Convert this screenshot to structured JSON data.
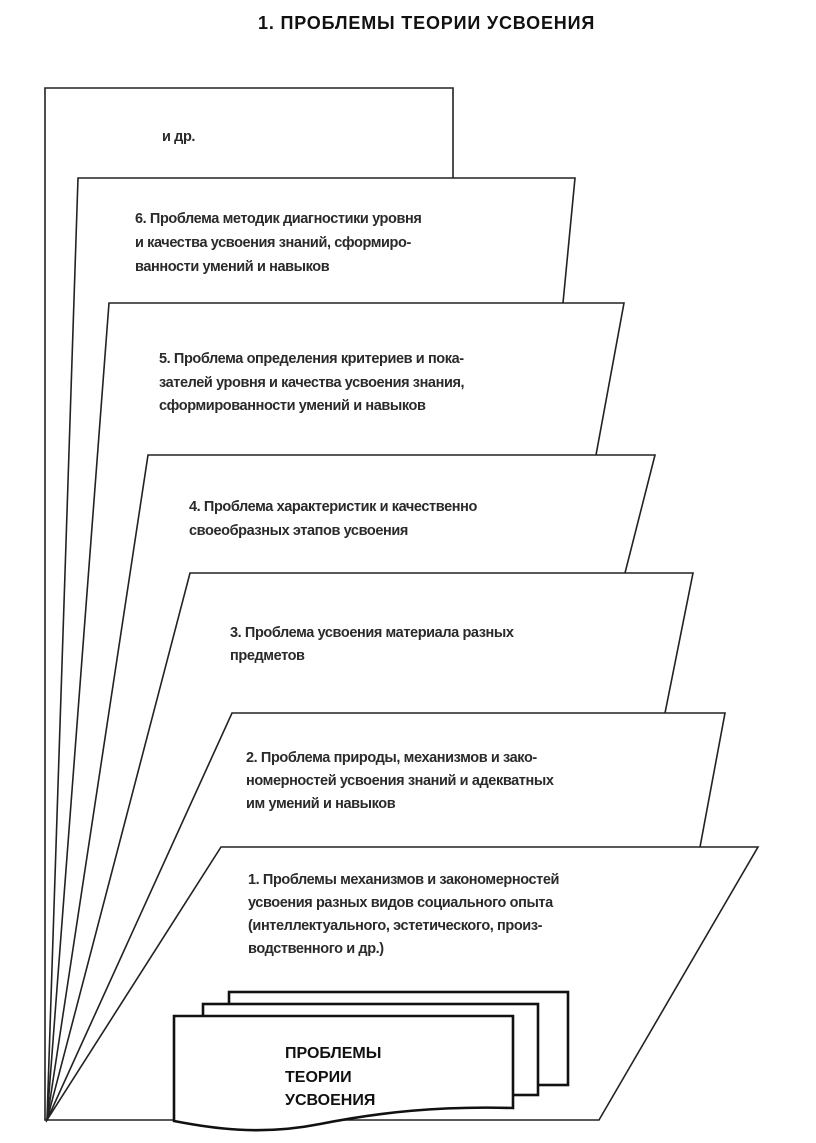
{
  "title": "1. ПРОБЛЕМЫ ТЕОРИИ УСВОЕНИЯ",
  "panels": {
    "etc": {
      "lines": [
        "и др."
      ]
    },
    "p6": {
      "lines": [
        "6. Проблема методик диагностики уровня",
        "и качества усвоения знаний, сформиро-",
        "ванности умений и навыков"
      ]
    },
    "p5": {
      "lines": [
        "5. Проблема определения критериев и пока-",
        "зателей уровня и  качества усвоения знания,",
        "сформированности умений и навыков"
      ]
    },
    "p4": {
      "lines": [
        "4. Проблема характеристик и качественно",
        "своеобразных этапов усвоения"
      ]
    },
    "p3": {
      "lines": [
        "3. Проблема усвоения материала разных",
        "предметов"
      ]
    },
    "p2": {
      "lines": [
        "2. Проблема природы, механизмов и зако-",
        "номерностей усвоения знаний и адекватных",
        "им умений и навыков"
      ]
    },
    "p1": {
      "lines": [
        "1. Проблемы механизмов и закономерностей",
        "усвоения разных видов социального опыта",
        "(интеллектуального, эстетического, произ-",
        "водственного и др.)"
      ]
    }
  },
  "documents_box": {
    "lines": [
      "ПРОБЛЕМЫ",
      "ТЕОРИИ",
      "УСВОЕНИЯ"
    ]
  }
}
